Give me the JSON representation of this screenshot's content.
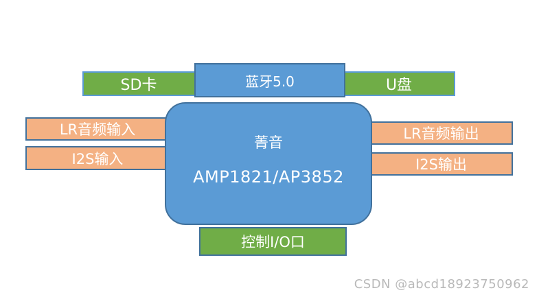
{
  "blocks": {
    "sd_card": {
      "label": "SD卡"
    },
    "bluetooth": {
      "label": "蓝牙5.0"
    },
    "usb_drive": {
      "label": "U盘"
    },
    "lr_audio_in": {
      "label": "LR音频输入"
    },
    "i2s_in": {
      "label": "I2S输入"
    },
    "chip": {
      "name": "菁音",
      "model": "AMP1821/AP3852"
    },
    "lr_audio_out": {
      "label": "LR音频输出"
    },
    "i2s_out": {
      "label": "I2S输出"
    },
    "control_io": {
      "label": "控制I/O口"
    }
  },
  "colors": {
    "blue_fill": "#5B9BD5",
    "blue_border": "#41719C",
    "green_fill": "#70AD47",
    "orange_fill": "#F4B183",
    "text": "#FFFFFF",
    "watermark_gray": "#B9B9B9"
  },
  "watermark": {
    "text": "CSDN @abcd18923750962"
  }
}
